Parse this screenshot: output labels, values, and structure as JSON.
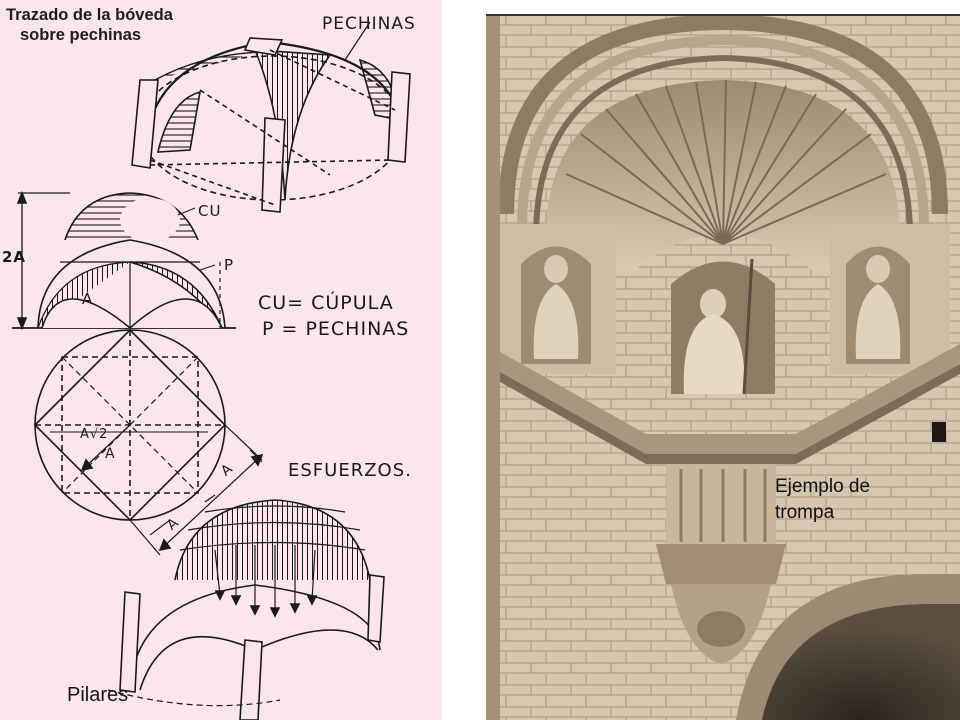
{
  "title": {
    "line1": "Trazado de la bóveda",
    "line2": "sobre pechinas"
  },
  "labels": {
    "pechinas_top": "PECHINAS",
    "cu": "CU",
    "p": "P",
    "dim_2a": "2A",
    "a_left": "A",
    "legend_cu": "CU= CÚPULA",
    "legend_p": "P = PECHINAS",
    "a_root2": "A√2",
    "a_center": "A",
    "a_diag1": "A",
    "a_diag2": "A",
    "esfuerzos": "ESFUERZOS.",
    "pilares": "Pilares"
  },
  "photo": {
    "caption_line1": "Ejemplo de",
    "caption_line2": "trompa"
  },
  "colors": {
    "paper": "#fbe6ee",
    "ink": "#1a1a1a",
    "stone_light": "#dccdb8",
    "stone_mid": "#bfae96",
    "stone_dark": "#8c7c68"
  }
}
